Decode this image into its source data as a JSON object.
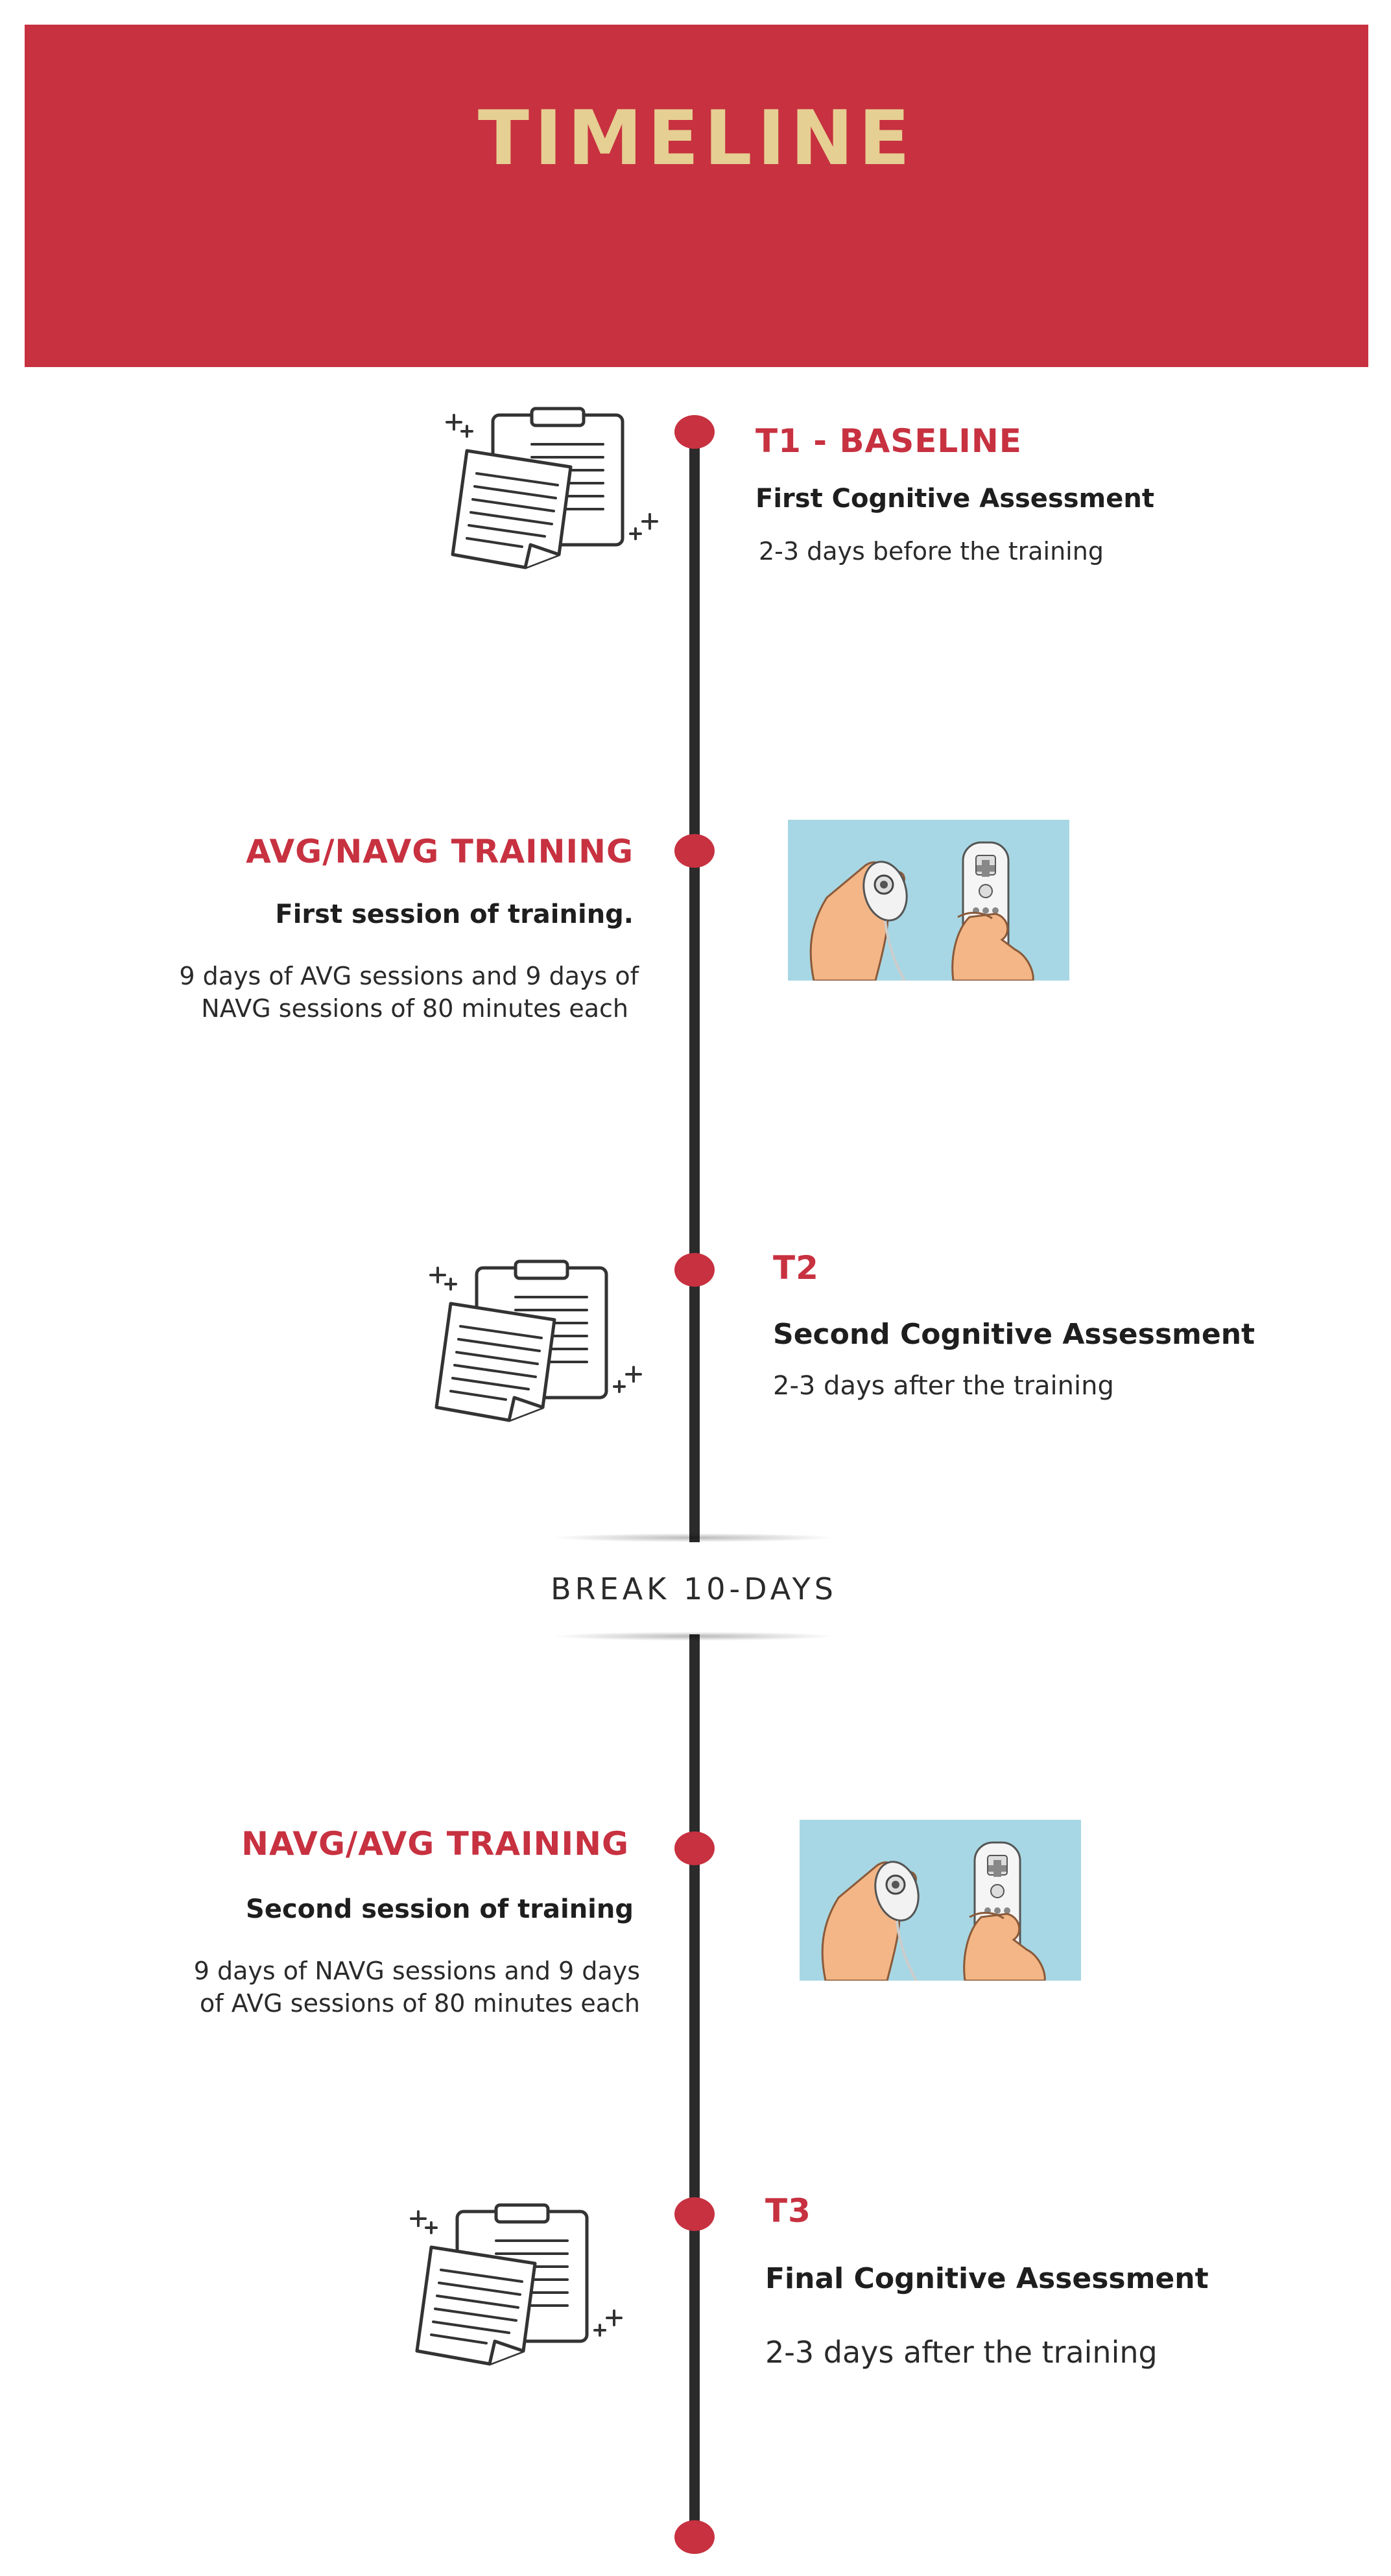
{
  "colors": {
    "banner_bg": "#c73140",
    "banner_text": "#e6cf92",
    "accent_red": "#c73140",
    "axis": "#2b2b2b",
    "photo_bg": "#a7d7e4",
    "skin": "#f4b686"
  },
  "header": {
    "title": "TIMELINE"
  },
  "events": [
    {
      "title": "T1 - BASELINE",
      "subtitle": "First Cognitive Assessment",
      "description": "2-3 days before the training",
      "icon": "clipboard-documents-icon",
      "side": "right"
    },
    {
      "title": "AVG/NAVG TRAINING",
      "subtitle": "First session of training.",
      "description_lines": [
        "9 days of AVG sessions and 9 days of",
        "NAVG sessions of 80 minutes each"
      ],
      "icon": "wii-remote-hands-photo",
      "side": "left"
    },
    {
      "title": "T2",
      "subtitle": "Second Cognitive Assessment",
      "description": "2-3 days after the training",
      "icon": "clipboard-documents-icon",
      "side": "right"
    },
    {
      "title": "NAVG/AVG TRAINING",
      "subtitle": "Second session of training",
      "description_lines": [
        "9 days of NAVG sessions and 9 days",
        "of AVG sessions of 80 minutes each"
      ],
      "icon": "wii-remote-hands-photo",
      "side": "left"
    },
    {
      "title": "T3",
      "subtitle": "Final Cognitive Assessment",
      "description": "2-3 days after the training",
      "icon": "clipboard-documents-icon",
      "side": "right"
    }
  ],
  "break": {
    "label": "BREAK 10-DAYS"
  }
}
